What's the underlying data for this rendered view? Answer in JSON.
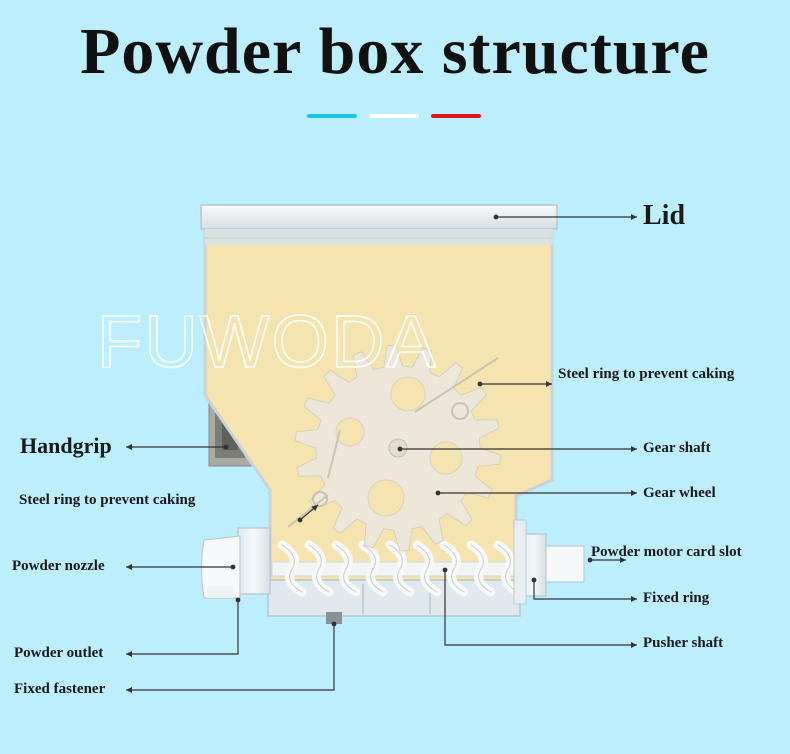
{
  "title": "Powder box structure",
  "watermark": "FUWODA",
  "accent_bars": [
    "#1cc6e6",
    "#ffffff",
    "#e3131b"
  ],
  "labels": {
    "lid": "Lid",
    "steel_ring_right": "Steel ring to prevent caking",
    "handgrip": "Handgrip",
    "gear_shaft": "Gear shaft",
    "steel_ring_left": "Steel ring to prevent caking",
    "gear_wheel": "Gear wheel",
    "powder_nozzle": "Powder nozzle",
    "powder_motor_card_slot": "Powder motor card slot",
    "fixed_ring": "Fixed ring",
    "powder_outlet": "Powder outlet",
    "pusher_shaft": "Pusher shaft",
    "fixed_fastener": "Fixed fastener"
  },
  "colors": {
    "background": "#bdeefd",
    "powder": "#f5e3b0",
    "gear": "#ece8dc",
    "plastic": "#e4eef2",
    "leader": "#333333"
  }
}
